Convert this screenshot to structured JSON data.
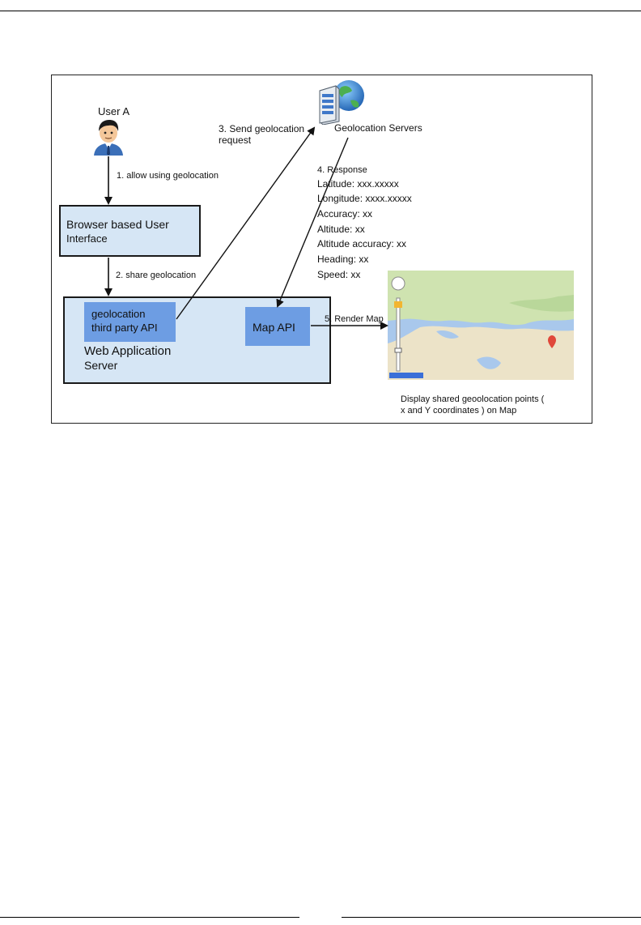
{
  "diagram": {
    "user_label": "User A",
    "browser_label_line1": "Browser based User",
    "browser_label_line2": "Interface",
    "webapp_label_line1": "Web Application",
    "webapp_label_line2": "Server",
    "geo_api_line1": "geolocation",
    "geo_api_line2": "third party API",
    "map_api_label": "Map API",
    "servers_label": "Geolocation Servers",
    "step1": "1. allow using geolocation",
    "step2": "2. share geolocation",
    "step3_line1": "3. Send geolocation",
    "step3_line2": "request",
    "step4": "4. Response",
    "response_items": [
      "Latitude: xxx.xxxxx",
      "Longitude: xxxx.xxxxx",
      "Accuracy: xx",
      "Altitude: xx",
      "Altitude accuracy: xx",
      "Heading: xx",
      "Speed: xx"
    ],
    "step5": "5. Render Map",
    "display_line1": "Display shared geoolocation points (",
    "display_line2": "x and Y coordinates ) on Map"
  },
  "colors": {
    "outer_box_fill": "#d6e6f5",
    "inner_box_fill": "#6d9de3",
    "arrow": "#111111"
  }
}
